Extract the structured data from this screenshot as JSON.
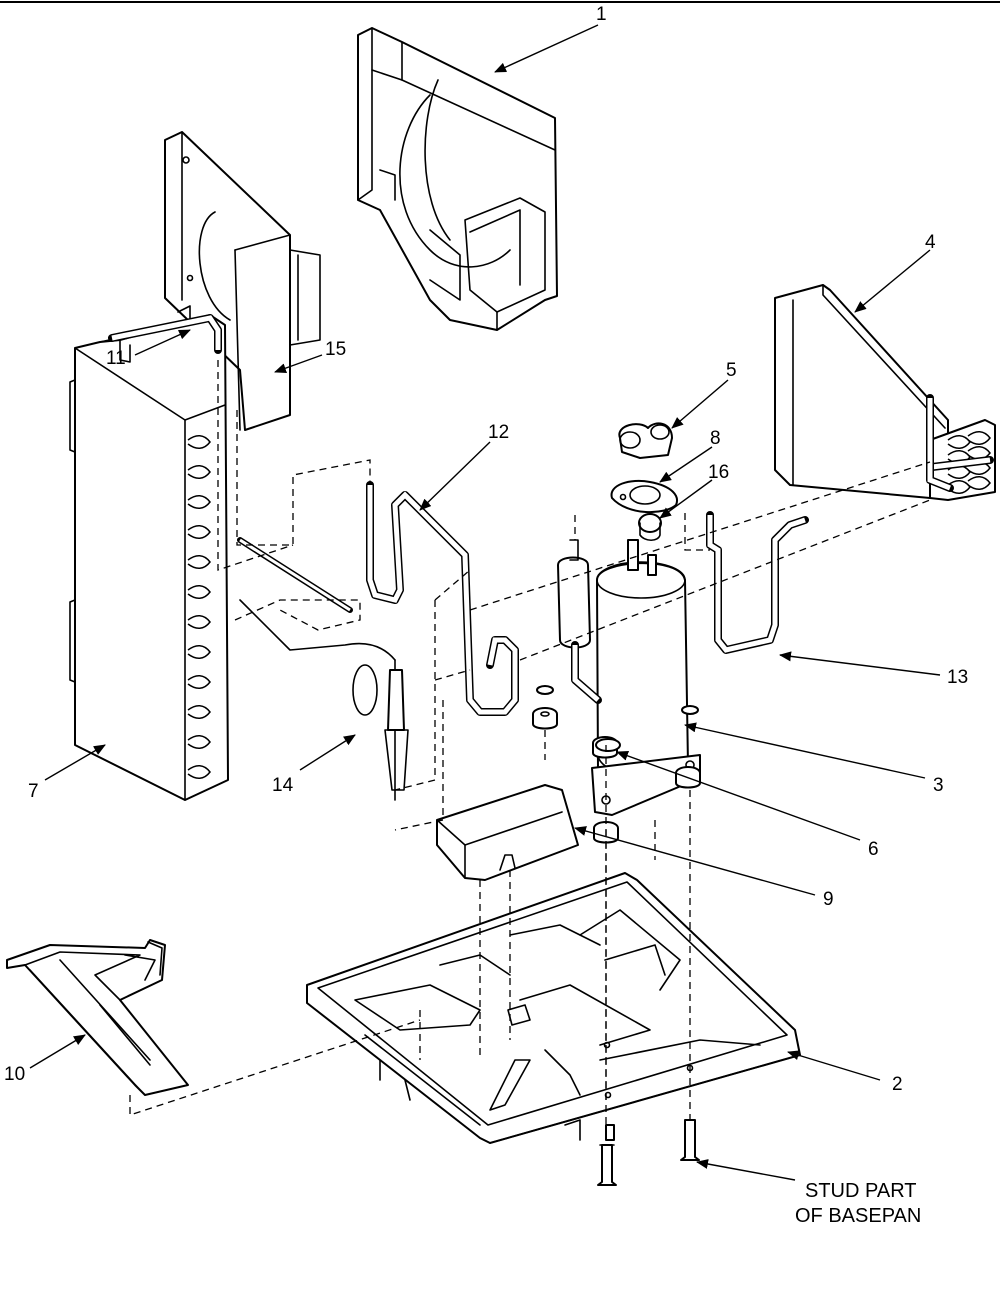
{
  "callouts": {
    "c1": "1",
    "c2": "2",
    "c3": "3",
    "c4": "4",
    "c5": "5",
    "c6": "6",
    "c7": "7",
    "c8": "8",
    "c9": "9",
    "c10": "10",
    "c11": "11",
    "c12": "12",
    "c13": "13",
    "c14": "14",
    "c15": "15",
    "c16": "16"
  },
  "note": {
    "line1": "STUD PART",
    "line2": "OF BASEPAN"
  }
}
